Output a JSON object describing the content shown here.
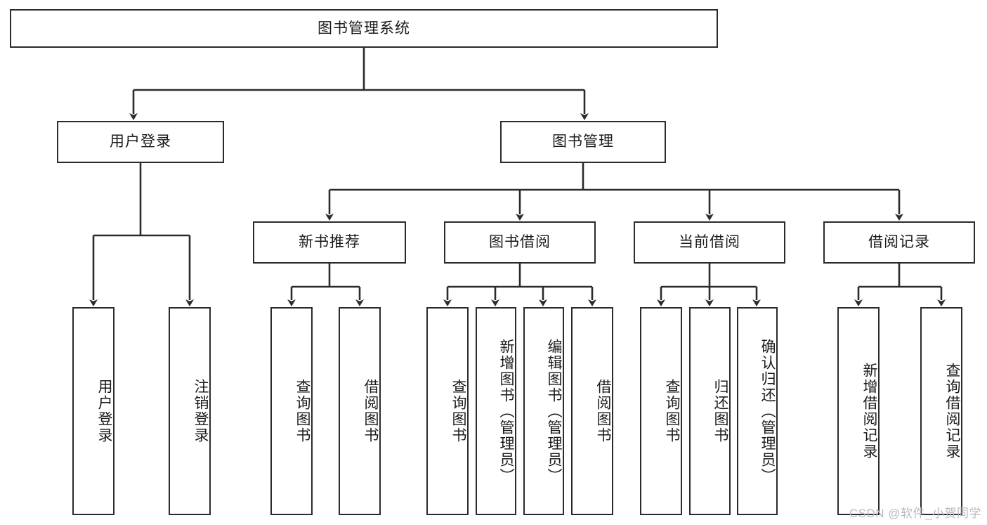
{
  "diagram": {
    "type": "tree-hierarchy",
    "title": "图书管理系统",
    "root": {
      "id": "root",
      "label": "图书管理系统",
      "orientation": "horizontal"
    },
    "level1": [
      {
        "id": "user-login",
        "label": "用户登录",
        "orientation": "horizontal"
      },
      {
        "id": "book-manage",
        "label": "图书管理",
        "orientation": "horizontal"
      }
    ],
    "level2": [
      {
        "id": "new-book-recommend",
        "label": "新书推荐",
        "orientation": "horizontal",
        "parent": "book-manage"
      },
      {
        "id": "book-borrow",
        "label": "图书借阅",
        "orientation": "horizontal",
        "parent": "book-manage"
      },
      {
        "id": "current-borrow",
        "label": "当前借阅",
        "orientation": "horizontal",
        "parent": "book-manage"
      },
      {
        "id": "borrow-record",
        "label": "借阅记录",
        "orientation": "horizontal",
        "parent": "book-manage"
      }
    ],
    "leaves": {
      "user_login": [
        {
          "id": "leaf-user-login",
          "label": "用户登录"
        },
        {
          "id": "leaf-user-logout",
          "label": "注销登录"
        }
      ],
      "new_book_recommend": [
        {
          "id": "leaf-query-book-1",
          "label": "查询图书"
        },
        {
          "id": "leaf-borrow-book-1",
          "label": "借阅图书"
        }
      ],
      "book_borrow": [
        {
          "id": "leaf-query-book-2",
          "label": "查询图书"
        },
        {
          "id": "leaf-add-book",
          "label": "新增图书（管理员）"
        },
        {
          "id": "leaf-edit-book",
          "label": "编辑图书（管理员）"
        },
        {
          "id": "leaf-borrow-book-2",
          "label": "借阅图书"
        }
      ],
      "current_borrow": [
        {
          "id": "leaf-query-book-3",
          "label": "查询图书"
        },
        {
          "id": "leaf-return-book",
          "label": "归还图书"
        },
        {
          "id": "leaf-confirm-return",
          "label": "确认归还（管理员）"
        }
      ],
      "borrow_record": [
        {
          "id": "leaf-add-record",
          "label": "新增借阅记录"
        },
        {
          "id": "leaf-query-record",
          "label": "查询借阅记录"
        }
      ]
    },
    "colors": {
      "stroke": "#2b2b2b",
      "fill": "#ffffff",
      "text": "#1a1a1a",
      "watermark": "#b9b9b9"
    }
  },
  "watermark": {
    "text": "CSDN @软件_小贺同学"
  }
}
